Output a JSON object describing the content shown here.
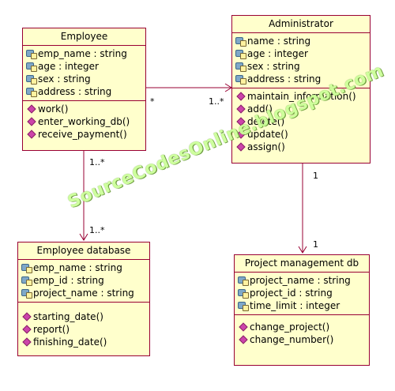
{
  "classes": {
    "employee": {
      "name": "Employee",
      "attributes": [
        "emp_name : string",
        "age : integer",
        "sex : string",
        "address : string"
      ],
      "operations": [
        "work()",
        "enter_working_db()",
        "receive_payment()"
      ]
    },
    "administrator": {
      "name": "Administrator",
      "attributes": [
        "name : string",
        "age : integer",
        "sex : string",
        "address : string"
      ],
      "operations": [
        "maintain_information()",
        "add()",
        "delete()",
        "update()",
        "assign()"
      ]
    },
    "employee_db": {
      "name": "Employee database",
      "attributes": [
        "emp_name : string",
        "emp_id : string",
        "project_name : string"
      ],
      "operations": [
        "starting_date()",
        "report()",
        "finishing_date()"
      ]
    },
    "project_db": {
      "name": "Project management db",
      "attributes": [
        "project_name : string",
        "project_id : string",
        "time_limit : integer"
      ],
      "operations": [
        "change_project()",
        "change_number()"
      ]
    }
  },
  "associations": {
    "emp_admin": {
      "source_mult": "*",
      "target_mult": "1..*"
    },
    "emp_db": {
      "source_mult": "1..*",
      "target_mult": "1..*"
    },
    "admin_project": {
      "source_mult": "1",
      "target_mult": "1"
    }
  },
  "watermark": "SourceCodesOnline.blogspot.com",
  "colors": {
    "class_fill": "#ffffcc",
    "class_border": "#990033",
    "line": "#990033",
    "watermark": "#ccff99"
  }
}
